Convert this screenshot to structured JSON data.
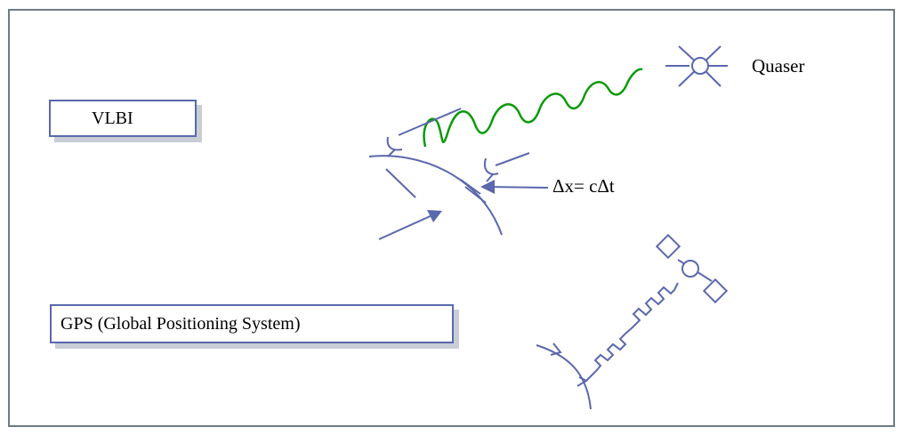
{
  "labels": {
    "vlbi": "VLBI",
    "gps": "GPS (Global Positioning System)",
    "quasar": "Quaser",
    "delta": "Δx= cΔt"
  },
  "colors": {
    "line": "#5a68ad",
    "wave": "#0a9a0a",
    "frame": "#6f7b84",
    "shadow": "#c9cdd6"
  },
  "icons": {
    "quasar": "quasar-star-icon",
    "satellite": "satellite-icon"
  }
}
